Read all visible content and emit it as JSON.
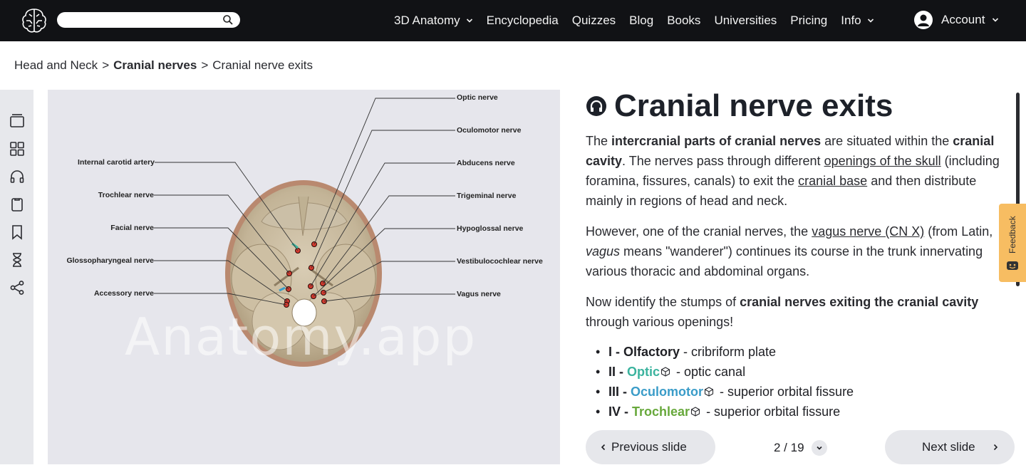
{
  "nav": {
    "search_placeholder": "",
    "items": [
      {
        "label": "3D Anatomy",
        "has_dropdown": true
      },
      {
        "label": "Encyclopedia",
        "has_dropdown": false
      },
      {
        "label": "Quizzes",
        "has_dropdown": false
      },
      {
        "label": "Blog",
        "has_dropdown": false
      },
      {
        "label": "Books",
        "has_dropdown": false
      },
      {
        "label": "Universities",
        "has_dropdown": false
      },
      {
        "label": "Pricing",
        "has_dropdown": false
      },
      {
        "label": "Info",
        "has_dropdown": true
      }
    ],
    "account_label": "Account"
  },
  "breadcrumb": {
    "first": "Head and Neck",
    "sep1": ">",
    "second": "Cranial nerves",
    "sep2": ">",
    "third": "Cranial nerve exits"
  },
  "rail_icons": [
    "slides-icon",
    "grid-icon",
    "headphones-icon",
    "clipboard-icon",
    "bookmark-icon",
    "hourglass-icon",
    "share-icon"
  ],
  "figure": {
    "watermark": "Anatomy.app",
    "left_labels": [
      "Internal carotid artery",
      "Trochlear nerve",
      "Facial nerve",
      "Glossopharyngeal nerve",
      "Accessory nerve"
    ],
    "right_labels": [
      "Optic nerve",
      "Oculomotor nerve",
      "Abducens nerve",
      "Trigeminal nerve",
      "Hypoglossal nerve",
      "Vestibulocochlear nerve",
      "Vagus nerve"
    ]
  },
  "content": {
    "title": "Cranial nerve exits",
    "p1": {
      "t1": "The ",
      "b1": "intercranial parts of cranial nerves",
      "t2": " are situated within the ",
      "b2": "cranial cavity",
      "t3": ". The nerves pass through different ",
      "u1": "openings of the skull",
      "t4": " (including foramina, fissures, canals) to exit the ",
      "u2": "cranial base",
      "t5": " and then distribute mainly in regions of head and neck."
    },
    "p2": {
      "t1": "However, one of the cranial nerves, the ",
      "u1": "vagus nerve (CN X)",
      "t2": " (from Latin, ",
      "i1": "vagus",
      "t3": " means \"wanderer\") continues its course in the trunk innervating various thoracic and abdominal organs."
    },
    "p3": {
      "t1": "Now identify the stumps of ",
      "b1": "cranial nerves exiting the cranial cavity",
      "t2": " through various openings!"
    },
    "list": [
      {
        "num": "I - ",
        "name": "Olfactory",
        "color": "#1e1f24",
        "desc": " - cribriform plate",
        "cube": false
      },
      {
        "num": "II - ",
        "name": "Optic",
        "color": "#3bb39e",
        "desc": " - optic canal",
        "cube": true
      },
      {
        "num": "III - ",
        "name": "Oculomotor",
        "color": "#3a9cc8",
        "desc": " - superior orbital fissure",
        "cube": true
      },
      {
        "num": "IV - ",
        "name": "Trochlear",
        "color": "#67a83b",
        "desc": " - superior orbital fissure",
        "cube": true
      }
    ]
  },
  "feedback_label": "Feedback",
  "controls": {
    "prev_label": "Previous slide",
    "next_label": "Next slide",
    "page": "2 / 19"
  }
}
